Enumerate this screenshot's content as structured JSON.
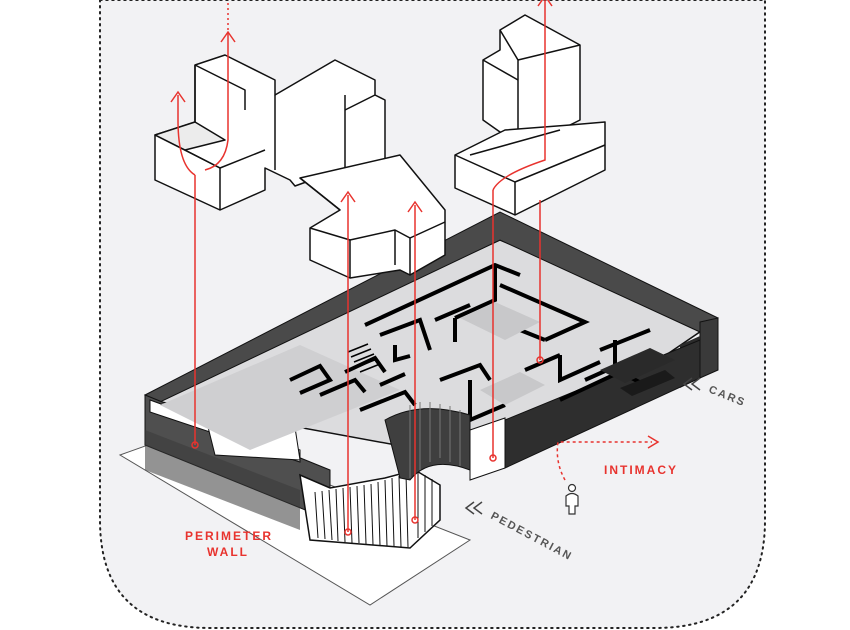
{
  "labels": {
    "perimeter_wall_line1": "PERIMETER",
    "perimeter_wall_line2": "WALL",
    "intimacy": "INTIMACY",
    "cars": "CARS",
    "pedestrian": "PEDESTRIAN"
  },
  "colors": {
    "accent_red": "#e8332e",
    "wall_dark": "#4a4a4a",
    "wall_darker": "#2b2b2b",
    "frame_bg": "#f2f2f4",
    "label_grey": "#555555"
  },
  "icons": {
    "entry_arrows": "double-chevron-left",
    "person": "person-icon"
  }
}
